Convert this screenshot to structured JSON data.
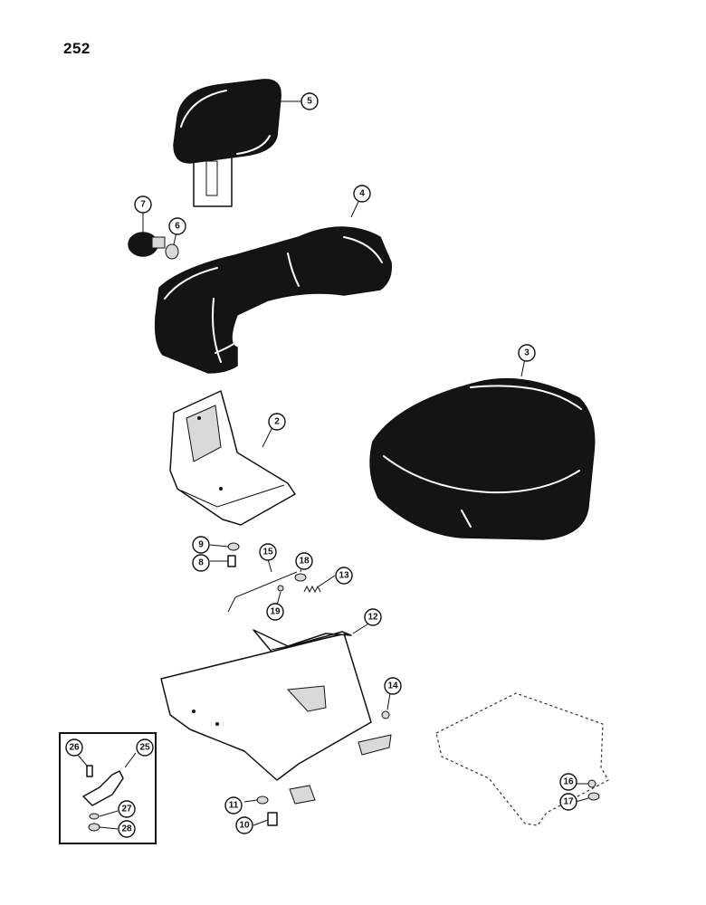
{
  "page_number": "252",
  "callouts": {
    "c2": "2",
    "c3": "3",
    "c4": "4",
    "c5": "5",
    "c6": "6",
    "c7": "7",
    "c8": "8",
    "c9": "9",
    "c10": "10",
    "c11": "11",
    "c12": "12",
    "c13": "13",
    "c14": "14",
    "c15": "15",
    "c16": "16",
    "c17": "17",
    "c18": "18",
    "c19": "19",
    "c25": "25",
    "c26": "26",
    "c27": "27",
    "c28": "28"
  }
}
